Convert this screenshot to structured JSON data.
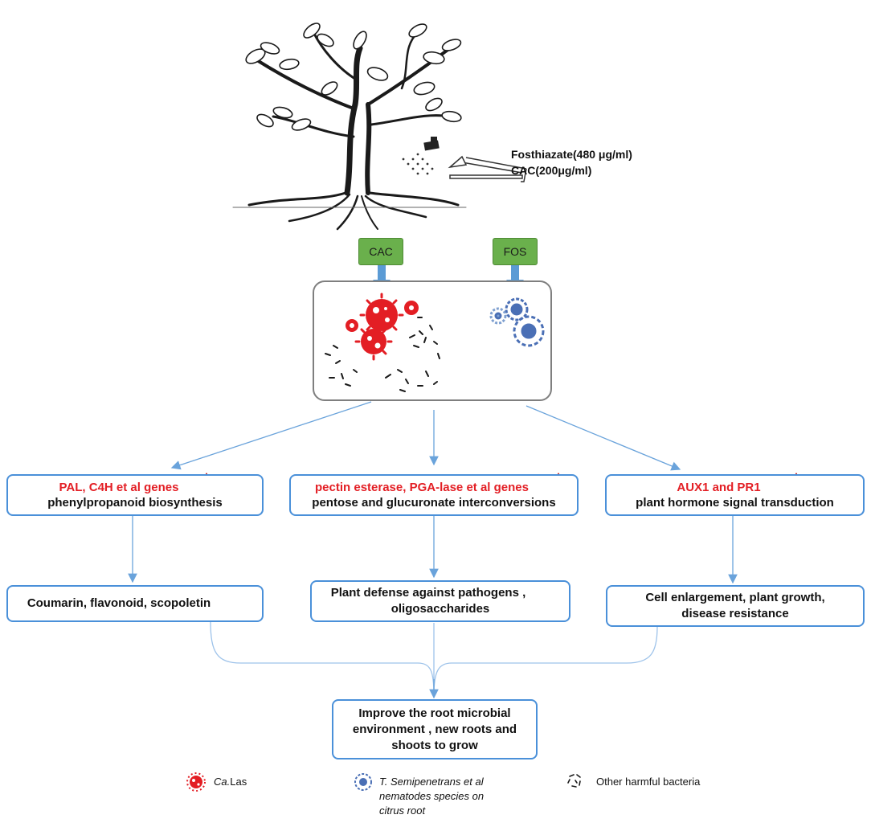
{
  "treatment": {
    "fosthiazate_dose": "Fosthiazate(480 μg/ml)",
    "cac_dose": "CAC(200μg/ml)"
  },
  "agents": {
    "cac": "CAC",
    "fos": "FOS"
  },
  "branches": [
    {
      "genes": "PAL, C4H et al genes",
      "pathway": "phenylpropanoid biosynthesis",
      "result_line1": "Coumarin, flavonoid, scopoletin",
      "result_line2": ""
    },
    {
      "genes": "pectin esterase, PGA-lase et al genes",
      "pathway": "pentose and glucuronate interconversions",
      "result_line1": "Plant defense against pathogens ,",
      "result_line2": "oligosaccharides"
    },
    {
      "genes": "AUX1 and PR1",
      "pathway": "plant hormone signal transduction",
      "result_line1": "Cell enlargement, plant growth,",
      "result_line2": "disease resistance"
    }
  ],
  "outcome": {
    "line1": "Improve the root microbial",
    "line2": "environment , new roots and",
    "line3": "shoots to grow"
  },
  "legend": {
    "las_prefix": "Ca.",
    "las_suffix": "Las",
    "nematode_line1": "T. Semipenetrans et al",
    "nematode_line2": "nematodes species on",
    "nematode_line3": "citrus root",
    "bacteria": "Other harmful bacteria"
  },
  "colors": {
    "box_border": "#4a90d9",
    "gene_text": "#e31e24",
    "up_arrow": "#c01010",
    "agent_tag": "#6ab04c",
    "pathogen_red": "#e31e24",
    "nematode_blue": "#4a6fb5"
  }
}
